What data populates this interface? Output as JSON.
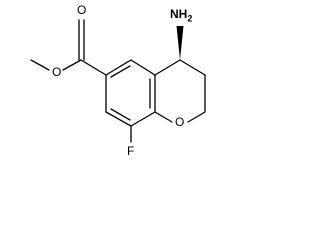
{
  "molecule": {
    "atoms": {
      "carbonyl_oxygen": "O",
      "ester_oxygen": "O",
      "ring_oxygen": "O",
      "fluorine": "F",
      "amino": "NH2",
      "amino_main": "NH",
      "amino_subscript": "2"
    },
    "line_color": "#000000",
    "background": "#ffffff"
  }
}
